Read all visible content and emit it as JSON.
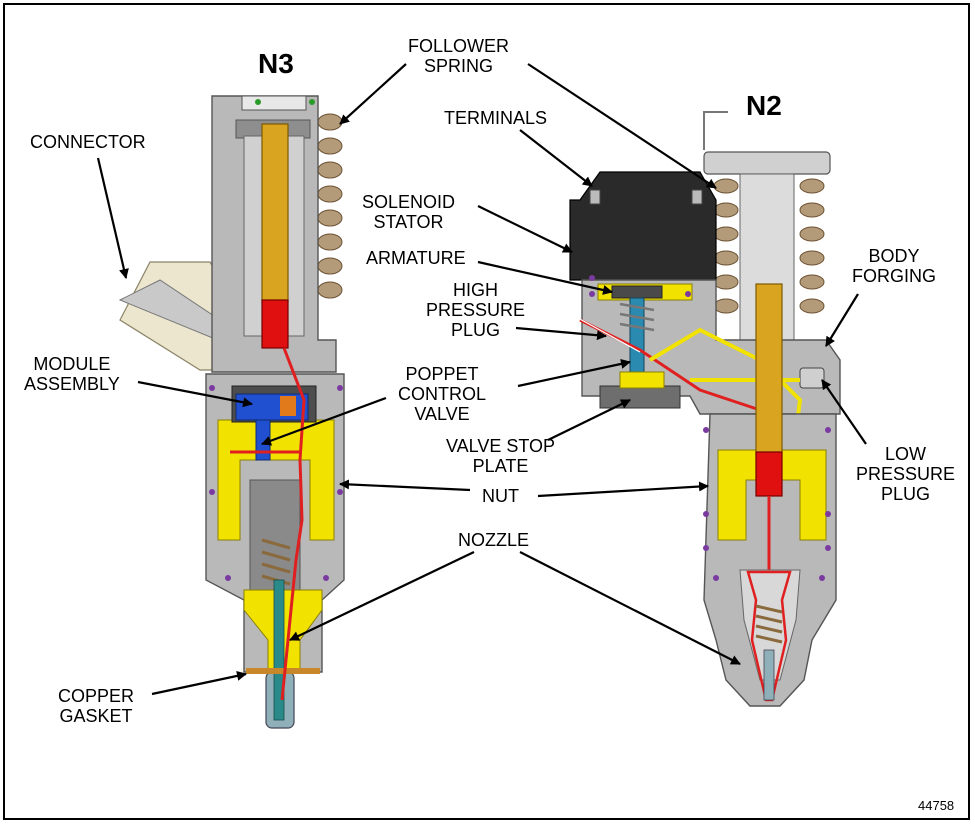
{
  "titles": {
    "left": "N3",
    "right": "N2"
  },
  "labels": {
    "follower_spring": [
      "FOLLOWER",
      "SPRING"
    ],
    "connector": [
      "CONNECTOR"
    ],
    "terminals": [
      "TERMINALS"
    ],
    "solenoid_stator": [
      "SOLENOID",
      "STATOR"
    ],
    "armature": [
      "ARMATURE"
    ],
    "high_pressure_plug": [
      "HIGH",
      "PRESSURE",
      "PLUG"
    ],
    "body_forging": [
      "BODY",
      "FORGING"
    ],
    "module_assembly": [
      "MODULE",
      "ASSEMBLY"
    ],
    "poppet_control_valve": [
      "POPPET",
      "CONTROL",
      "VALVE"
    ],
    "valve_stop_plate": [
      "VALVE STOP",
      "PLATE"
    ],
    "low_pressure_plug": [
      "LOW",
      "PRESSURE",
      "PLUG"
    ],
    "nut": [
      "NUT"
    ],
    "nozzle": [
      "NOZZLE"
    ],
    "copper_gasket": [
      "COPPER",
      "GASKET"
    ]
  },
  "figure_number": "44758",
  "colors": {
    "body_gray": "#b9b9b9",
    "dark_gray": "#6e6e6e",
    "spring_brown": "#b39a78",
    "plunger_gold": "#d9a520",
    "plunger_red": "#e01010",
    "fuel_line_red": "#e02020",
    "fuel_line_yellow": "#f2e200",
    "valve_blue": "#2050d0",
    "stem_teal": "#2a8a8a",
    "solenoid_black": "#2a2a2a",
    "orange": "#e07a1a"
  }
}
